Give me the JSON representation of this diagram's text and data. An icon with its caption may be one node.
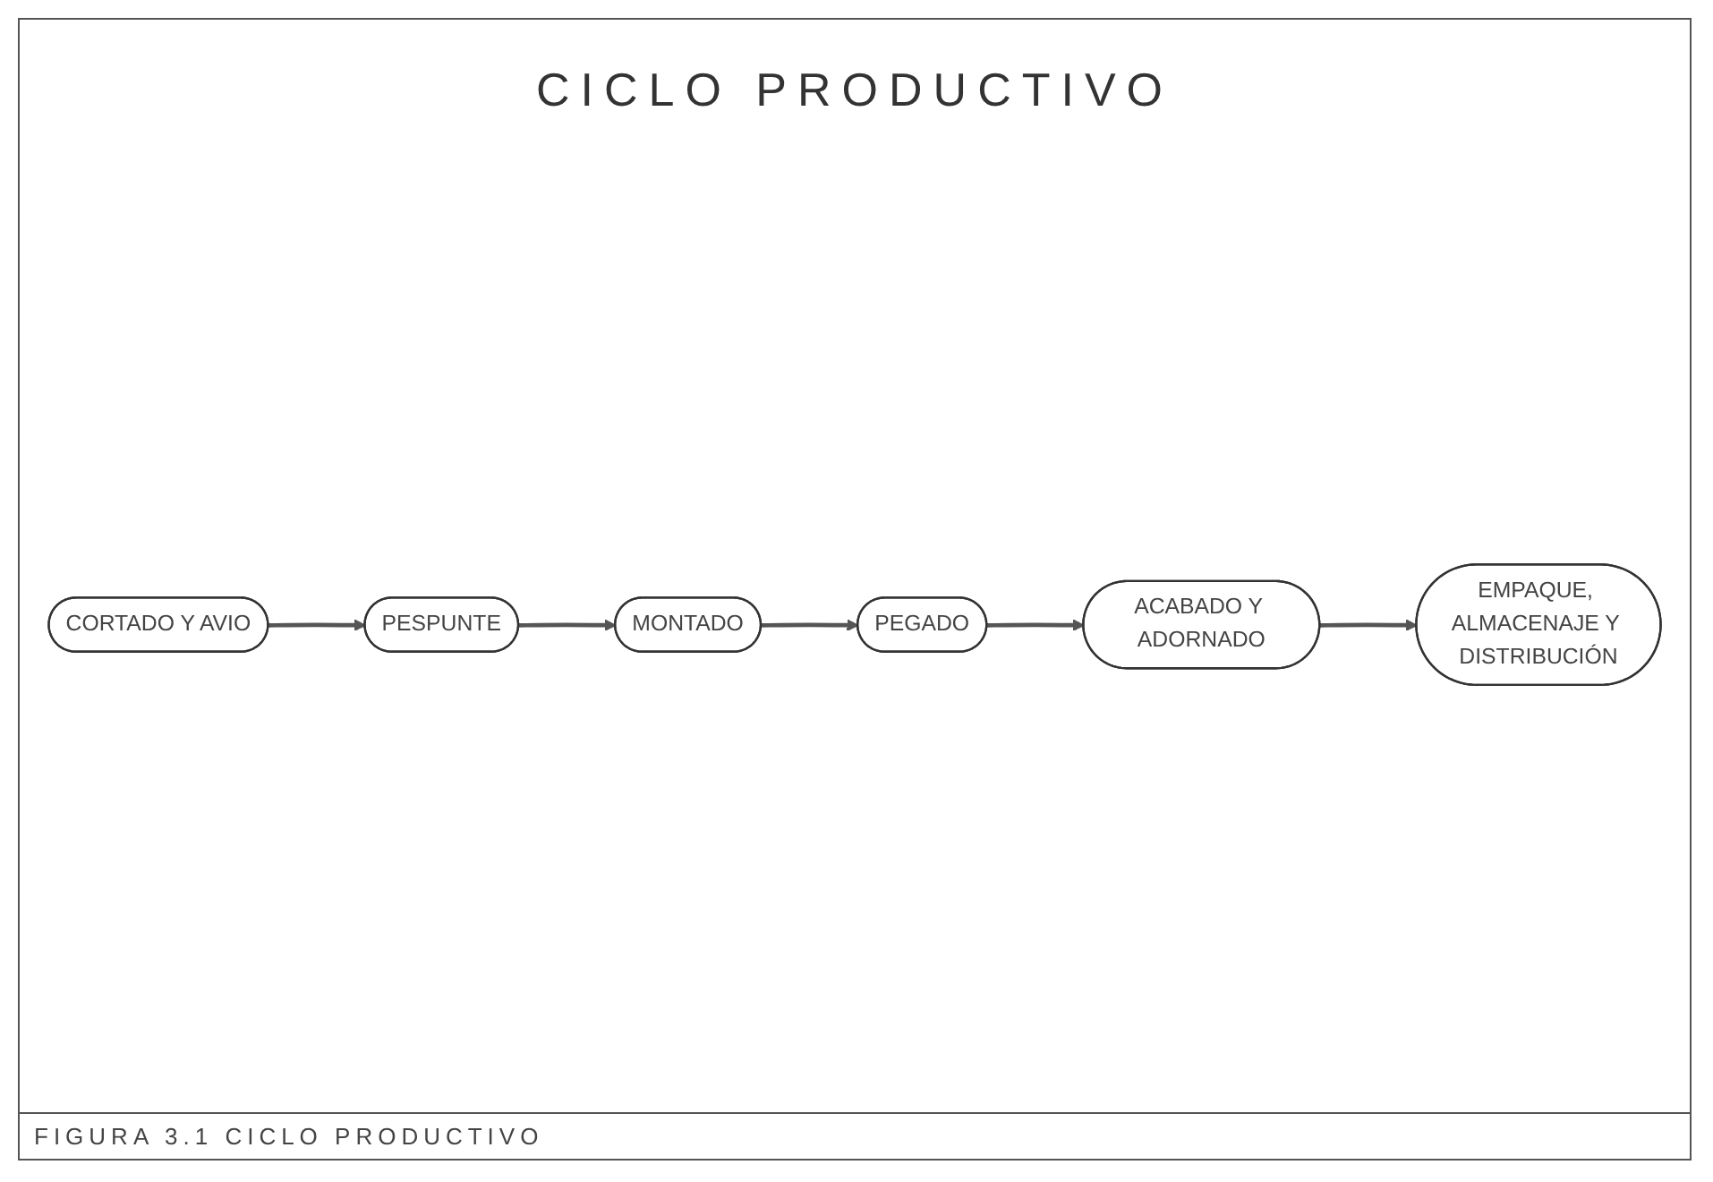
{
  "diagram": {
    "title": "CICLO PRODUCTIVO",
    "caption": "FIGURA 3.1 CICLO PRODUCTIVO",
    "nodes": [
      {
        "text": [
          "CORTADO Y AVIO"
        ]
      },
      {
        "text": [
          "PESPUNTE"
        ]
      },
      {
        "text": [
          "MONTADO"
        ]
      },
      {
        "text": [
          "PEGADO"
        ]
      },
      {
        "text": [
          "ACABADO Y ADORNADO"
        ]
      },
      {
        "text": [
          "EMPAQUE, ALMACENAJE Y DISTRIBUCIÓN"
        ]
      }
    ],
    "edges": [
      {
        "from": 0,
        "to": 1,
        "arrow": "to"
      },
      {
        "from": 1,
        "to": 2,
        "arrow": "to"
      },
      {
        "from": 2,
        "to": 3,
        "arrow": "to"
      },
      {
        "from": 3,
        "to": 4,
        "arrow": "to"
      },
      {
        "from": 4,
        "to": 5,
        "arrow": "to"
      }
    ]
  }
}
